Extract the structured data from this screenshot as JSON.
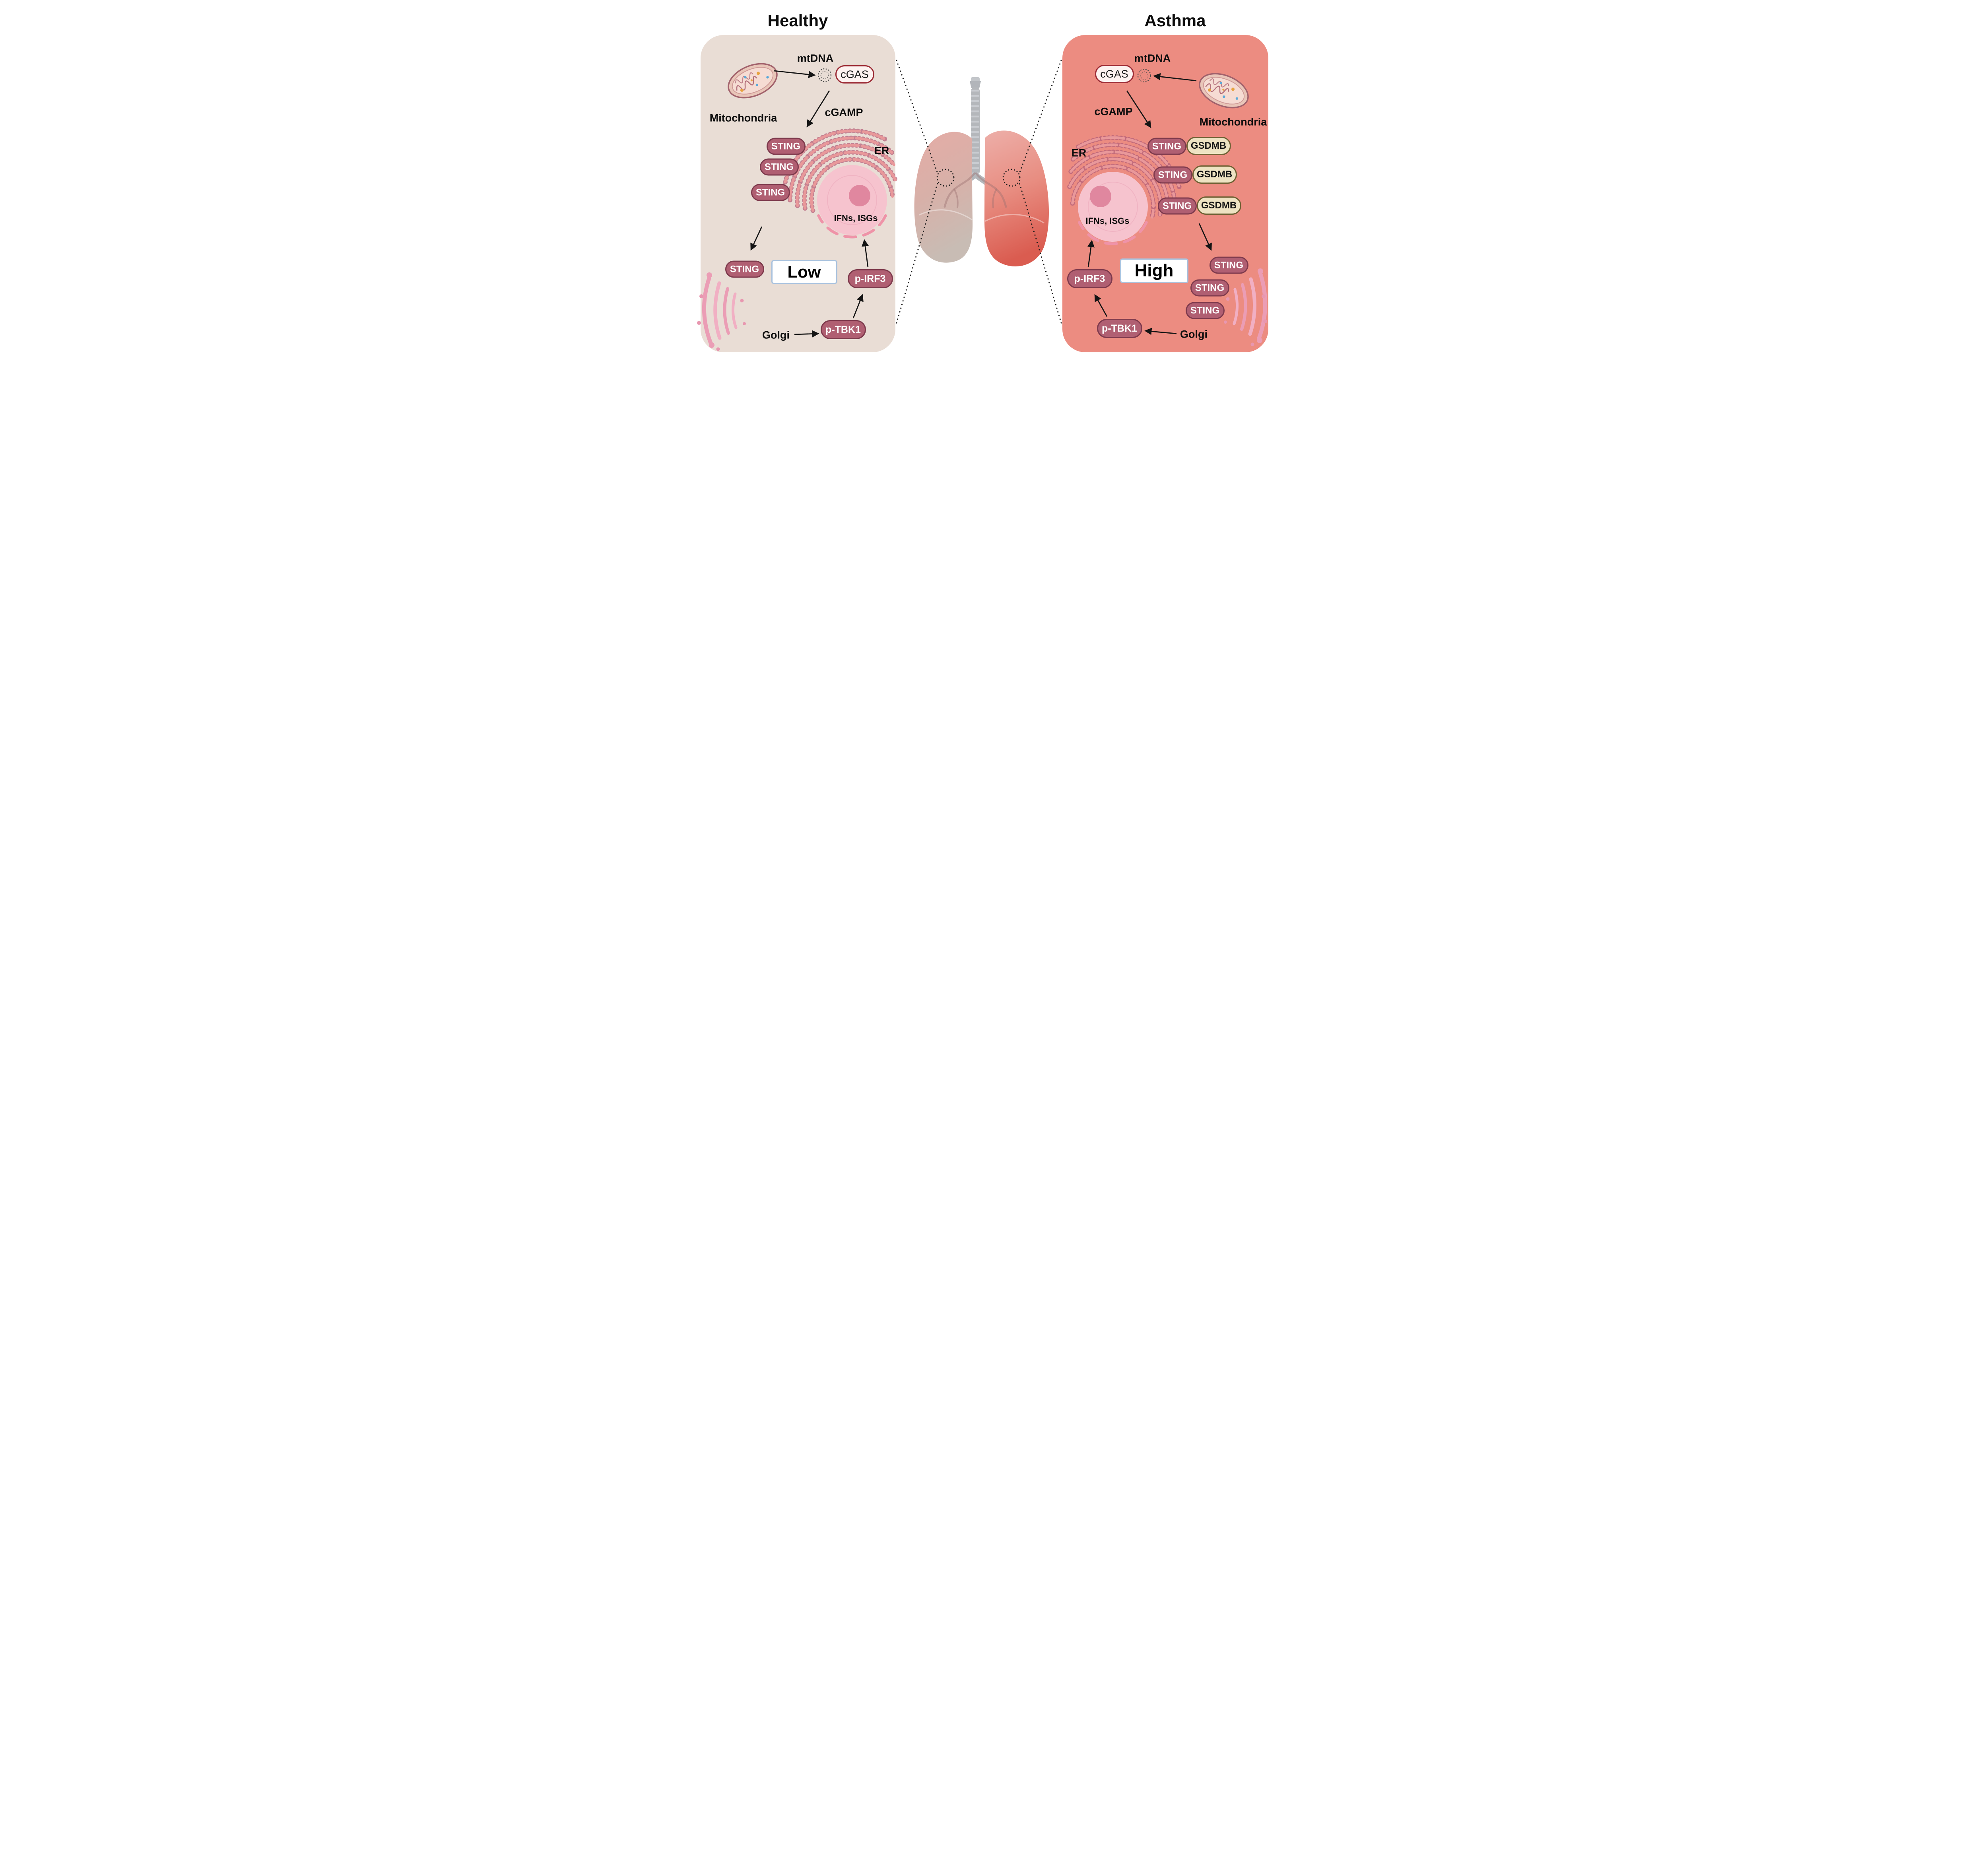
{
  "colors": {
    "healthy_panel_bg": "#e9ddd5",
    "asthma_panel_bg": "#ec8c81",
    "sting_pill_bg": "#b05f72",
    "sting_pill_border": "#7e3a4d",
    "gsdmb_pill_bg": "#eee3c3",
    "gsdmb_pill_border": "#6f6134",
    "cgas_pill_bg": "#fdf3f1",
    "cgas_pill_border": "#9c2b35",
    "level_box_border": "#a9c2de",
    "er_membrane": "#e9989a",
    "nucleus_fill": "#f6c3ce",
    "golgi_pink": "#eb9db5",
    "lung_left_tint": "#c8bcb4",
    "lung_right_tint": "#da5c50"
  },
  "healthy": {
    "title": "Healthy",
    "mtdna": "mtDNA",
    "mitochondria": "Mitochondria",
    "cgas": "cGAS",
    "cgamp": "cGAMP",
    "er": "ER",
    "sting": "STING",
    "ifns_isgs": "IFNs, ISGs",
    "level": "Low",
    "golgi": "Golgi",
    "ptbk1": "p-TBK1",
    "pirf3": "p-IRF3"
  },
  "asthma": {
    "title": "Asthma",
    "mtdna": "mtDNA",
    "mitochondria": "Mitochondria",
    "cgas": "cGAS",
    "cgamp": "cGAMP",
    "er": "ER",
    "sting": "STING",
    "gsdmb": "GSDMB",
    "ifns_isgs": "IFNs, ISGs",
    "level": "High",
    "golgi": "Golgi",
    "ptbk1": "p-TBK1",
    "pirf3": "p-IRF3"
  }
}
